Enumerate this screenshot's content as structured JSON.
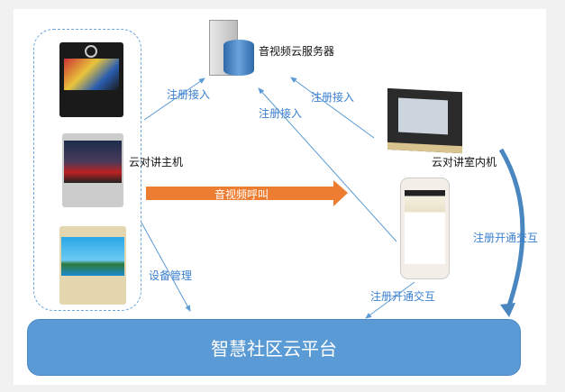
{
  "server_label": "音视频云服务器",
  "host_label": "云对讲主机",
  "indoor_label": "云对讲室内机",
  "call_label": "音视频呼叫",
  "platform_label": "智慧社区云平台",
  "links": {
    "host_register": "注册接入",
    "indoor_register": "注册接入",
    "phone_register": "注册接入",
    "device_mgmt": "设备管理",
    "phone_interact": "注册开通交互",
    "indoor_interact": "注册开通交互"
  },
  "colors": {
    "platform": "#5b9bd5",
    "arrow": "#ed7d31",
    "line": "#5b9bd5"
  }
}
